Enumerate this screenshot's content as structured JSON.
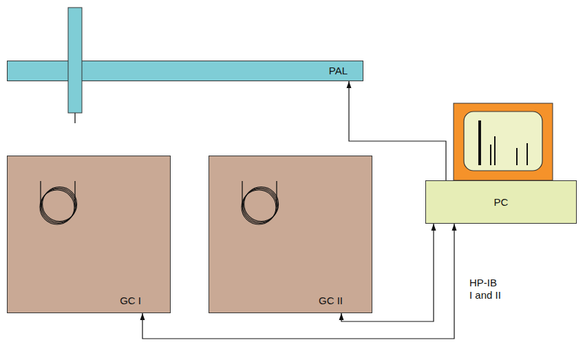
{
  "diagram": {
    "nodes": [
      {
        "text": [
          "PAL"
        ]
      },
      {
        "text": [
          "GC I"
        ]
      },
      {
        "text": [
          "GC II"
        ]
      },
      {
        "text": [
          "PC"
        ]
      }
    ],
    "edges": [
      {
        "from": 3,
        "to": 0,
        "arrow": "to"
      },
      {
        "from": 3,
        "to": 2,
        "arrow": "both"
      },
      {
        "from": 3,
        "to": 1,
        "arrow": "both"
      }
    ],
    "labels": [
      "HP-IB I and II"
    ]
  }
}
